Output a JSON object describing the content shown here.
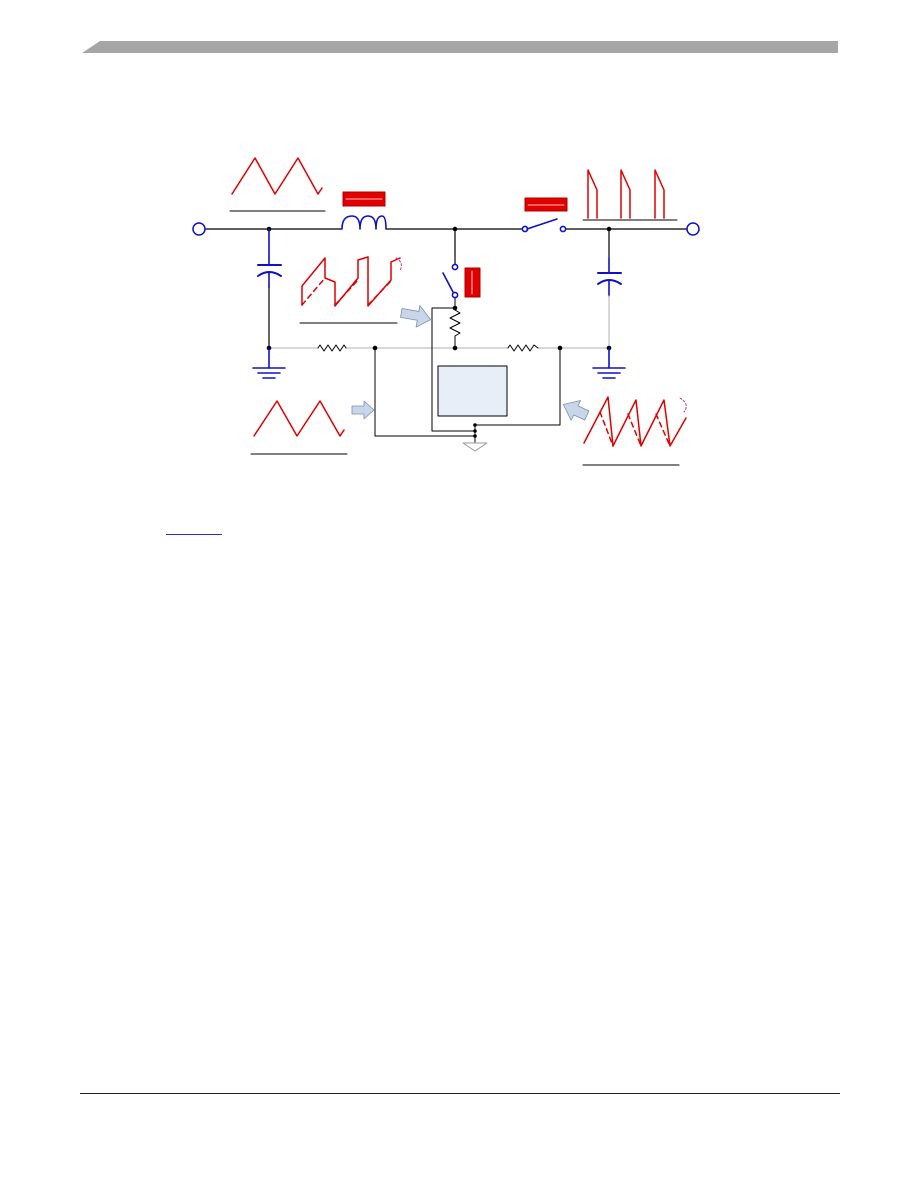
{
  "page": {
    "header_bar_color": "#a6a6a6",
    "footer_rule_color": "#222222"
  },
  "figure": {
    "wire_color": "#000000",
    "ground_wire_color": "#bfbfbf",
    "component_color": "#1010c8",
    "waveform_color": "#e00000",
    "highlight_block_color": "#e00000",
    "controller_fill": "#e8eef8",
    "arrow_fill": "#c9d6ea",
    "components": [
      "input-terminal-icon",
      "inductor-icon",
      "input-capacitor-icon",
      "low-side-switch-icon",
      "high-side-switch-icon",
      "output-capacitor-icon",
      "output-terminal-icon",
      "current-sense-resistor-icon",
      "input-sense-resistor-icon",
      "output-sense-resistor-icon",
      "controller-block",
      "ground-icon"
    ],
    "waveforms": [
      "inductor-current-waveform",
      "switch-current-waveform",
      "diode-current-waveform",
      "input-current-waveform",
      "output-current-waveform"
    ]
  },
  "link": {
    "text": ""
  }
}
